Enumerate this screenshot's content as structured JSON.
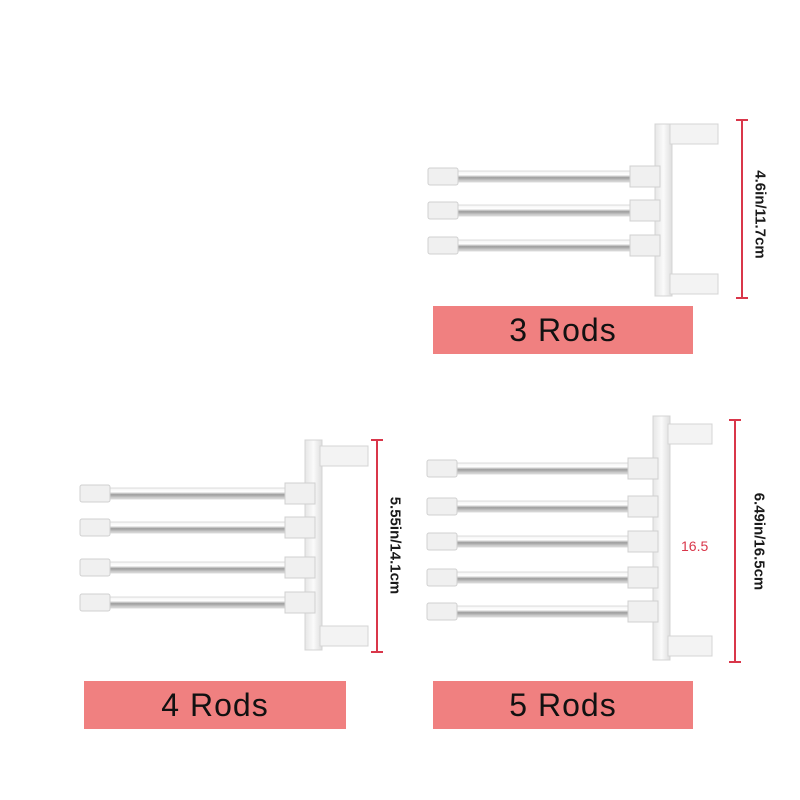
{
  "products": [
    {
      "label": "3 Rods",
      "dimension": "4.6in/11.7cm"
    },
    {
      "label": "4 Rods",
      "dimension": "5.55in/14.1cm"
    },
    {
      "label": "5 Rods",
      "dimension": "6.49in/16.5cm"
    }
  ],
  "annotation": "16.5",
  "colors": {
    "label_background": "#f08080",
    "dimension_line": "#d9364a",
    "rack_frame": "#eeeeee",
    "rod_steel": "#b9b9b9"
  }
}
